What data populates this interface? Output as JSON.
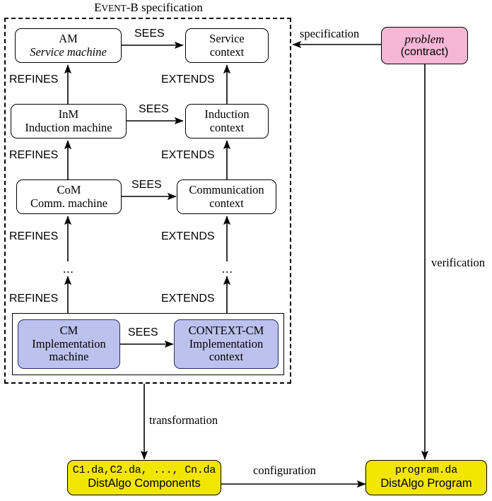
{
  "diagram": {
    "title_prefix": "E",
    "title_smallcaps": "VENT",
    "title_rest": "-B specification",
    "title_full": "Event-B specification"
  },
  "colors": {
    "blue_fill": "#bcc2ee",
    "blue_border": "#2a2a6a",
    "pink_fill": "#f5b7d5",
    "yellow_fill": "#f2e500",
    "line": "#000000"
  },
  "nodes": {
    "am": {
      "line1": "AM",
      "line2": "Service machine"
    },
    "service_context": {
      "line1": "Service",
      "line2": "context"
    },
    "inm": {
      "line1": "InM",
      "line2": "Induction machine"
    },
    "induction_context": {
      "line1": "Induction",
      "line2": "context"
    },
    "com": {
      "line1": "CoM",
      "line2": "Comm. machine"
    },
    "communication_context": {
      "line1": "Communication",
      "line2": "context"
    },
    "cm": {
      "line1": "CM",
      "line2": "Implementation",
      "line3": "machine"
    },
    "context_cm": {
      "line1": "CONTEXT-CM",
      "line2": "Implementation",
      "line3": "context"
    },
    "problem": {
      "line1": "problem",
      "line2": "(contract)"
    },
    "components": {
      "line1": "C1.da,C2.da, ..., Cn.da",
      "line2": "DistAlgo Components"
    },
    "program": {
      "line1": "program.da",
      "line2": "DistAlgo Program"
    }
  },
  "edges": {
    "sees_1": "SEES",
    "sees_2": "SEES",
    "sees_3": "SEES",
    "sees_4": "SEES",
    "refines_1": "REFINES",
    "refines_2": "REFINES",
    "refines_3": "REFINES",
    "refines_4": "REFINES",
    "extends_1": "EXTENDS",
    "extends_2": "EXTENDS",
    "extends_3": "EXTENDS",
    "extends_4": "EXTENDS",
    "specification": "specification",
    "verification": "verification",
    "transformation": "transformation",
    "configuration": "configuration",
    "ellipsis_left": "...",
    "ellipsis_right": "..."
  }
}
